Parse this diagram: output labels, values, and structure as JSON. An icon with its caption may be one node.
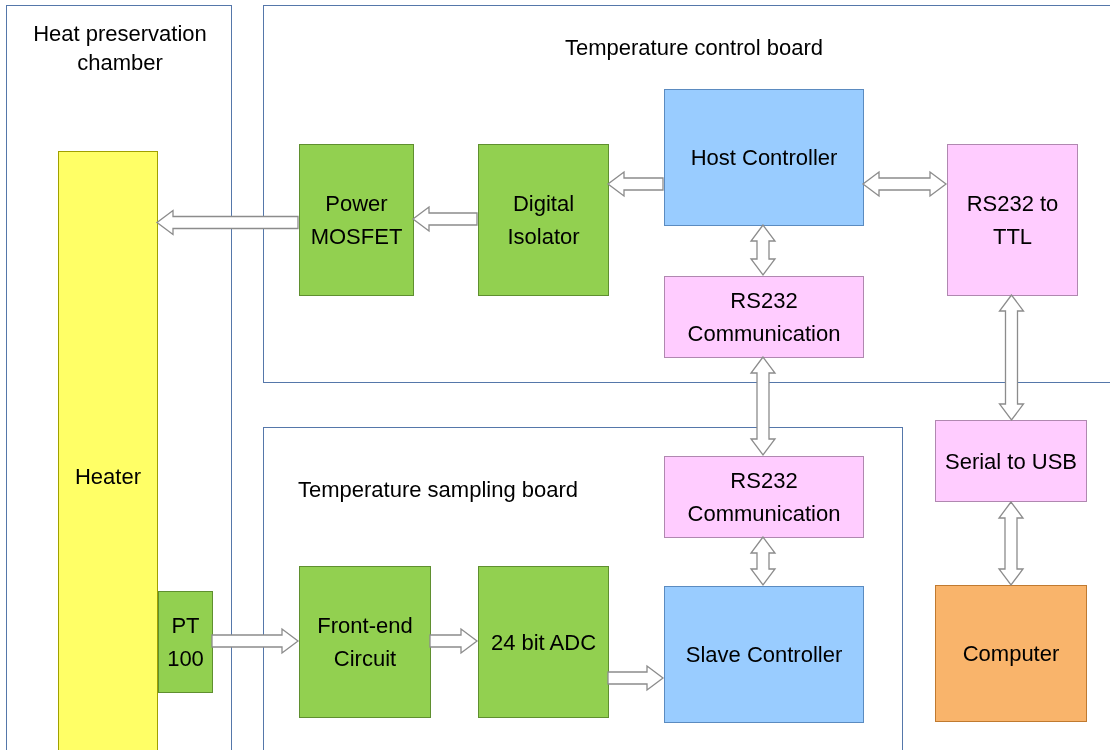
{
  "diagram": {
    "nodes": [
      {
        "text": [
          "Heat preservation chamber"
        ]
      },
      {
        "text": [
          "Temperature control board"
        ]
      },
      {
        "text": [
          "Temperature sampling board"
        ]
      },
      {
        "text": [
          "Heater"
        ],
        "in": 0
      },
      {
        "text": [
          "PT 100"
        ],
        "in": 0
      },
      {
        "text": [
          "Power MOSFET"
        ],
        "in": 1
      },
      {
        "text": [
          "Digital Isolator"
        ],
        "in": 1
      },
      {
        "text": [
          "Host Controller"
        ],
        "in": 1
      },
      {
        "text": [
          "RS232 to TTL"
        ],
        "in": 1
      },
      {
        "text": [
          "RS232 Communication"
        ],
        "in": 1
      },
      {
        "text": [
          "RS232 Communication"
        ],
        "in": 2
      },
      {
        "text": [
          "Front-end Circuit"
        ],
        "in": 2
      },
      {
        "text": [
          "24 bit ADC"
        ],
        "in": 2
      },
      {
        "text": [
          "Slave Controller"
        ],
        "in": 2
      },
      {
        "text": [
          "Serial to USB"
        ]
      },
      {
        "text": [
          "Computer"
        ]
      }
    ],
    "edges": [
      {
        "from": 6,
        "to": 5,
        "arrow": "to"
      },
      {
        "from": 5,
        "to": 3,
        "arrow": "to"
      },
      {
        "from": 7,
        "to": 6,
        "arrow": "to"
      },
      {
        "from": 7,
        "to": 8,
        "arrow": "both"
      },
      {
        "from": 7,
        "to": 9,
        "arrow": "both"
      },
      {
        "from": 9,
        "to": 10,
        "arrow": "both"
      },
      {
        "from": 10,
        "to": 13,
        "arrow": "both"
      },
      {
        "from": 8,
        "to": 14,
        "arrow": "both"
      },
      {
        "from": 14,
        "to": 15,
        "arrow": "both"
      },
      {
        "from": 4,
        "to": 11,
        "arrow": "to"
      },
      {
        "from": 11,
        "to": 12,
        "arrow": "to"
      },
      {
        "from": 12,
        "to": 13,
        "arrow": "to"
      }
    ]
  }
}
